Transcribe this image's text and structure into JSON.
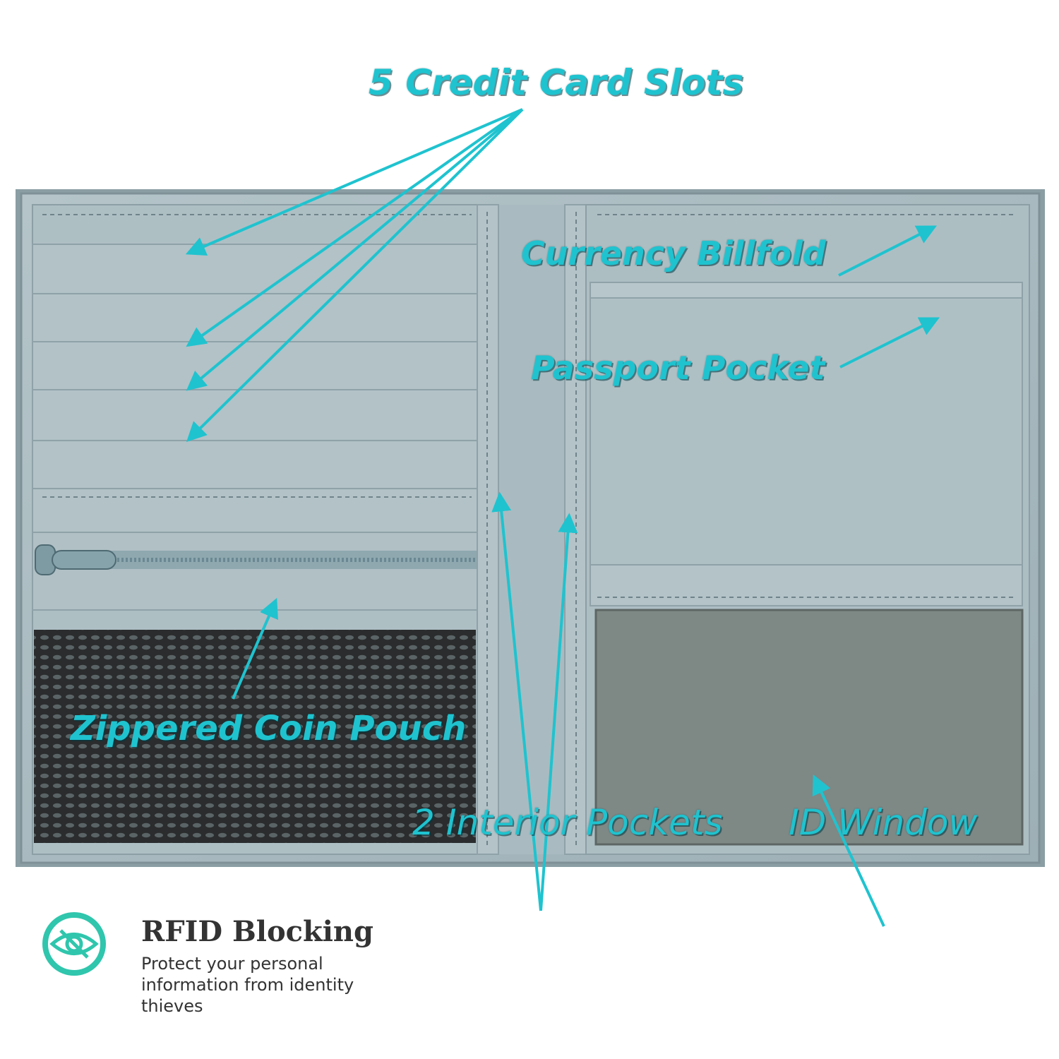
{
  "callouts": {
    "credit_card_slots": "5 Credit Card Slots",
    "currency_billfold": "Currency Billfold",
    "passport_pocket": "Passport Pocket",
    "zippered_coin_pouch": "Zippered Coin Pouch",
    "interior_pockets": "2 Interior Pockets",
    "id_window": "ID Window"
  },
  "rfid": {
    "title": "RFID Blocking",
    "description": "Protect your personal information from identity thieves",
    "icon": "eye-shield-icon"
  },
  "colors": {
    "accent": "#1fc3cf",
    "leather": "#a8b9be",
    "mesh": "#2b2d2e",
    "id_window": "#7d8784",
    "badge": "#2fc6ad"
  }
}
